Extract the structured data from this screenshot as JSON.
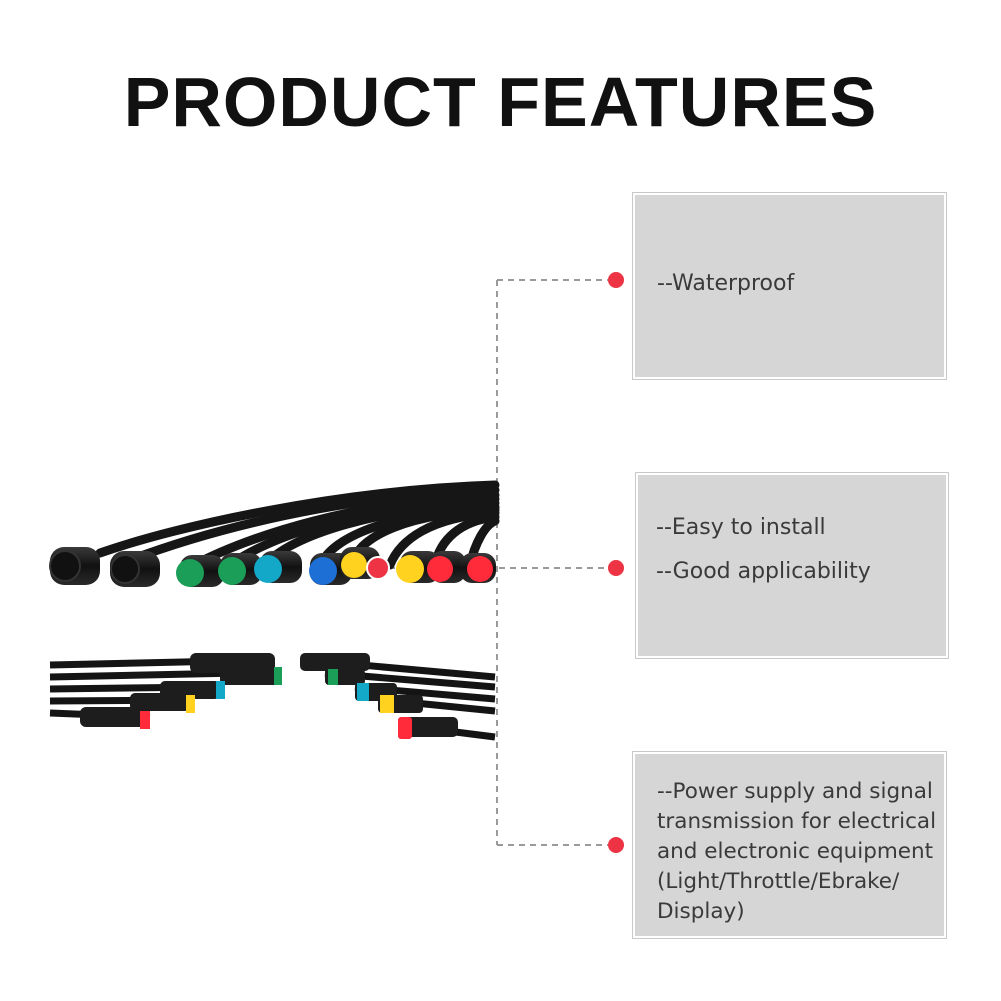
{
  "header": {
    "title": "PRODUCT FEATURES"
  },
  "features": [
    {
      "lines": [
        "--Waterproof"
      ]
    },
    {
      "lines": [
        "--Easy to install",
        "--Good applicability"
      ]
    },
    {
      "lines": [
        "--Power supply and signal",
        "transmission for electrical",
        "and electronic equipment",
        "(Light/Throttle/Ebrake/",
        "Display)"
      ]
    }
  ],
  "colors": {
    "marker": "#ee3344",
    "box_fill": "#d6d6d6",
    "connector_colors": [
      "#1b1b1b",
      "#1b1b1b",
      "#1a9e58",
      "#1a9e58",
      "#13a7c8",
      "#1d6fd6",
      "#ffd21f",
      "#ffd21f",
      "#ff2b3a",
      "#ff2b3a"
    ]
  },
  "image": {
    "description_icon": "cable-connectors-photo"
  }
}
